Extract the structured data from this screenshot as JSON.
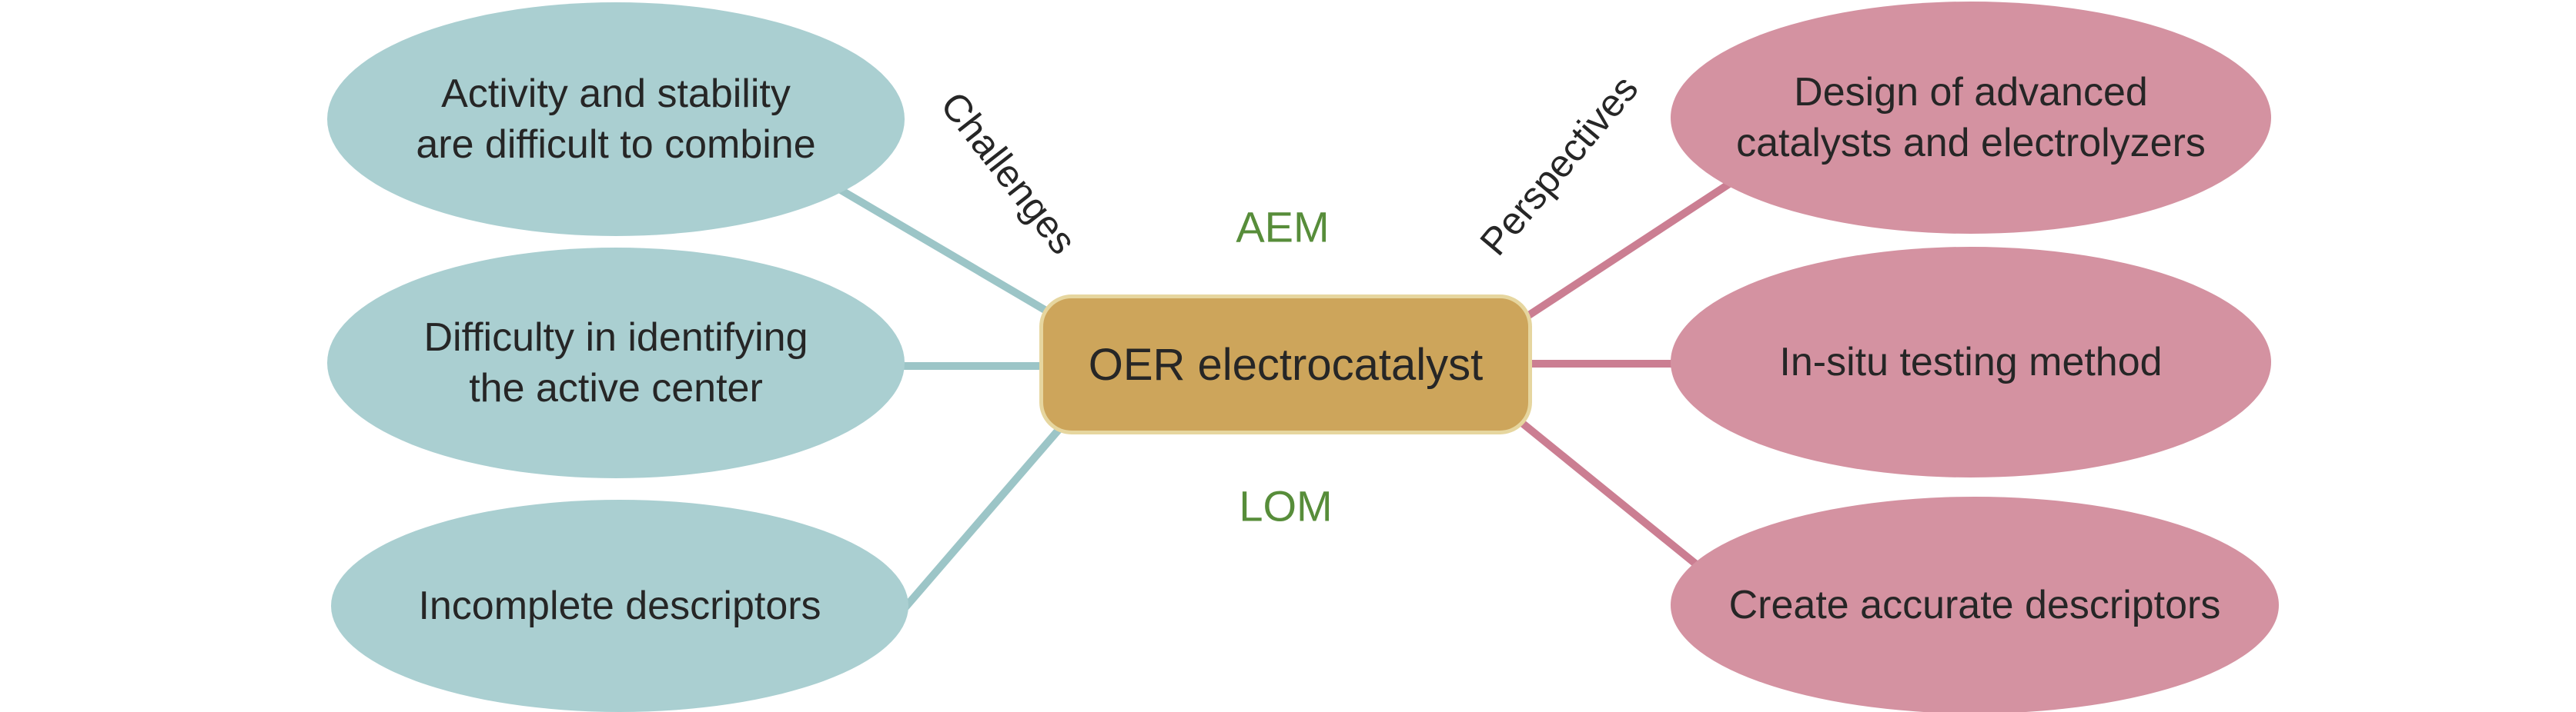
{
  "title": "OER electrocatalyst mind map",
  "center": {
    "label": "OER electrocatalyst"
  },
  "branch_labels": {
    "left": "Challenges",
    "right": "Perspectives"
  },
  "mechanism_labels": {
    "top": "AEM",
    "bottom": "LOM"
  },
  "left_nodes": [
    {
      "lines": [
        "Activity and stability",
        "are difficult to combine"
      ]
    },
    {
      "lines": [
        "Difficulty in identifying",
        "the active center"
      ]
    },
    {
      "lines": [
        "Incomplete descriptors"
      ]
    }
  ],
  "right_nodes": [
    {
      "lines": [
        "Design of advanced",
        "catalysts and electrolyzers"
      ]
    },
    {
      "lines": [
        "In-situ testing method"
      ]
    },
    {
      "lines": [
        "Create accurate descriptors"
      ]
    }
  ],
  "colors": {
    "teal_fill": "#aacfd1",
    "teal_line": "#9cc5c7",
    "pink_fill": "#d492a1",
    "pink_line": "#cb7e92",
    "gold_fill": "#cda55b",
    "gold_border": "#e6d69f",
    "green_text": "#578d3a",
    "ink": "#262626",
    "background": "#ffffff"
  }
}
